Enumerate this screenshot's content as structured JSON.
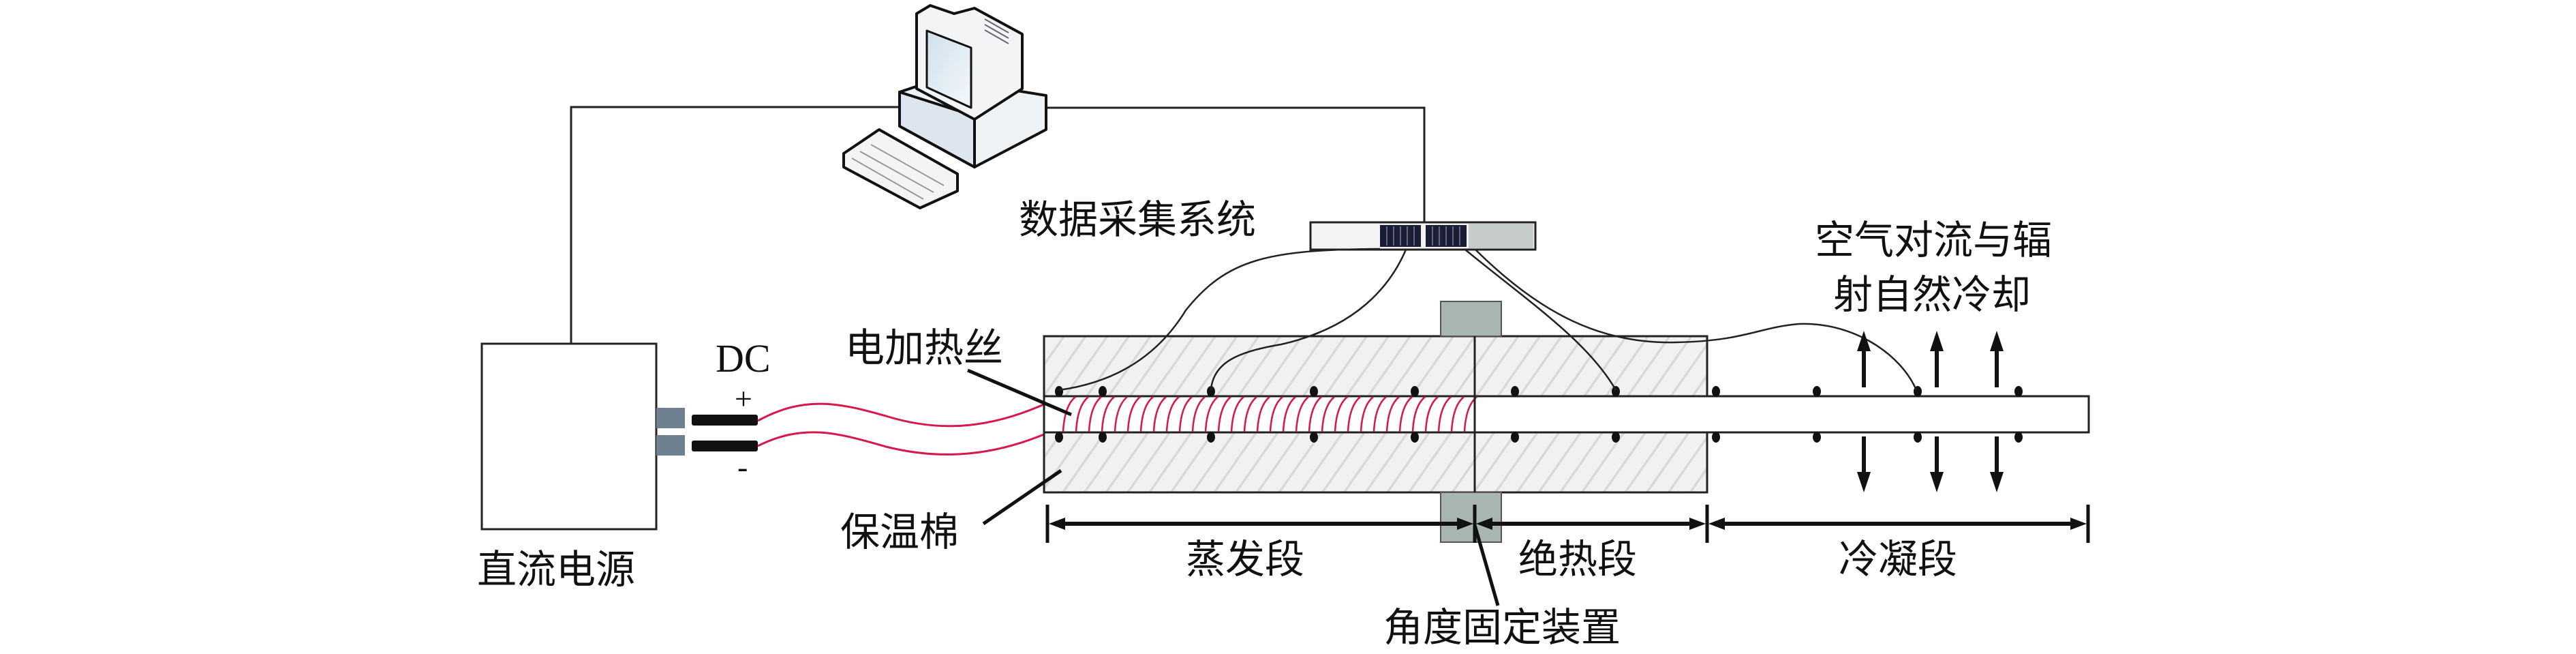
{
  "title": "热管实验系统示意图",
  "labels": {
    "power_supply": "直流电源",
    "dc": "DC",
    "plus": "+",
    "minus": "-",
    "heating_wire": "电加热丝",
    "insulation": "保温棉",
    "daq": "数据采集系统",
    "cooling_line1": "空气对流与辐",
    "cooling_line2": "射自然冷却",
    "evaporator": "蒸发段",
    "adiabatic": "绝热段",
    "condenser": "冷凝段",
    "angle_fixture": "角度固定装置"
  },
  "components": {
    "computer": "computer-icon",
    "daq_unit": "daq-rack-icon",
    "power_supply": "dc-power-supply-box",
    "heat_pipe": "heat-pipe",
    "thermocouples": {
      "evaporator_count_per_side": 5,
      "adiabatic_count_per_side": 2,
      "condenser_count_per_side": 4
    },
    "cooling_arrows_up": 3,
    "cooling_arrows_down": 3
  },
  "colors": {
    "line": "#111111",
    "heating_wire": "#d6194a",
    "insulation_fill": "#efefef",
    "insulation_hatch": "#d8d8d8",
    "fixture": "#a9b5b0",
    "connector": "#6f8090",
    "plug": "#111111"
  }
}
